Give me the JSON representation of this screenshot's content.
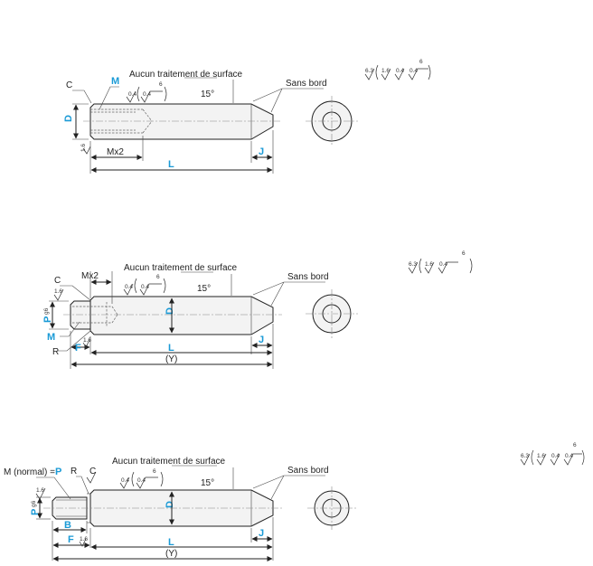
{
  "surface_note": "Aucun traitement de surface",
  "edge_note": "Sans bord",
  "angle": "15°",
  "roughness": {
    "r63": "6.3",
    "r16": "1.6",
    "r04": "0.4",
    "r6": "6"
  },
  "views": {
    "v1": {
      "C": "C",
      "M": "M",
      "D": "D",
      "Mx2": "Mx2",
      "L": "L",
      "J": "J"
    },
    "v2": {
      "C": "C",
      "Mx2": "Mx2",
      "P": "P",
      "g6": "g6",
      "M": "M",
      "R": "R",
      "F": "F",
      "D": "D",
      "L": "L",
      "J": "J",
      "Y": "(Y)"
    },
    "v3": {
      "M_normal": "M (normal) =",
      "P": "P",
      "R": "R",
      "C": "C",
      "g6": "g6",
      "B": "B",
      "F": "F",
      "D": "D",
      "L": "L",
      "J": "J",
      "Y": "(Y)"
    }
  },
  "colors": {
    "accent": "#1a9ad6",
    "line": "#222222"
  }
}
